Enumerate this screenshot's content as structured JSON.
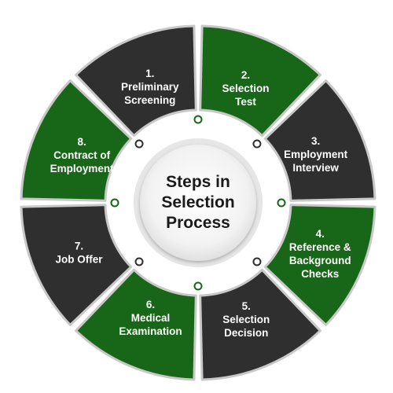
{
  "center": {
    "lines": [
      "Steps in",
      "Selection",
      "Process"
    ]
  },
  "colors": {
    "green": "#186618",
    "dark": "#2f2f2f",
    "border": "#c8c8c8",
    "text_on_segment": "#ffffff",
    "center_text": "#1a1a1a"
  },
  "steps": [
    {
      "number": "1.",
      "lines": [
        "Preliminary",
        "Screening"
      ],
      "color": "dark"
    },
    {
      "number": "2.",
      "lines": [
        "Selection",
        "Test"
      ],
      "color": "green"
    },
    {
      "number": "3.",
      "lines": [
        "Employment",
        "Interview"
      ],
      "color": "dark"
    },
    {
      "number": "4.",
      "lines": [
        "Reference &",
        "Background",
        "Checks"
      ],
      "color": "green"
    },
    {
      "number": "5.",
      "lines": [
        "Selection",
        "Decision"
      ],
      "color": "dark"
    },
    {
      "number": "6.",
      "lines": [
        "Medical",
        "Examination"
      ],
      "color": "green"
    },
    {
      "number": "7.",
      "lines": [
        "Job Offer"
      ],
      "color": "dark"
    },
    {
      "number": "8.",
      "lines": [
        "Contract of",
        "Employment"
      ],
      "color": "green"
    }
  ]
}
